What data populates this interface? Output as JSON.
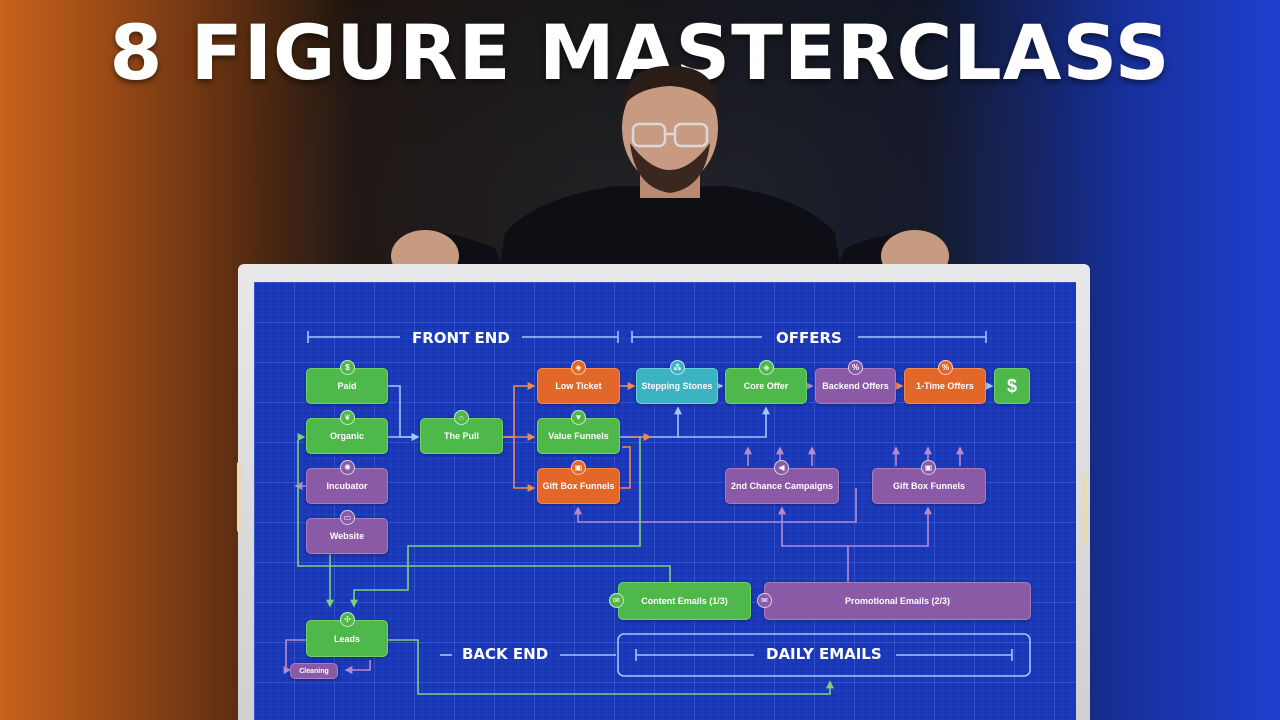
{
  "headline": "8 FIGURE MASTERCLASS",
  "sections": {
    "front_end": "FRONT END",
    "offers": "OFFERS",
    "back_end": "BACK END",
    "daily_emails": "DAILY EMAILS"
  },
  "nodes": {
    "paid": "Paid",
    "organic": "Organic",
    "incubator": "Incubator",
    "website": "Website",
    "the_pull": "The Pull",
    "low_ticket": "Low Ticket",
    "value_funnels": "Value Funnels",
    "gift_box_funnels_front": "Gift Box Funnels",
    "stepping_stones": "Stepping Stones",
    "core_offer": "Core Offer",
    "backend_offers": "Backend Offers",
    "one_time_offers": "1-Time Offers",
    "money": "$",
    "second_chance": "2nd Chance Campaigns",
    "gift_box_funnels_offers": "Gift Box Funnels",
    "content_emails": "Content Emails (1/3)",
    "promotional_emails": "Promotional Emails (2/3)",
    "leads": "Leads",
    "cleaning": "Cleaning"
  },
  "colors": {
    "green": "#4fb84a",
    "orange": "#e4672a",
    "purple": "#8a5aa6",
    "teal": "#3bb3c0",
    "screen": "#1a37b8",
    "wire": "#a6c4ff"
  },
  "icons": {
    "paid": "dollar-icon",
    "organic": "leaf-icon",
    "incubator": "bulb-icon",
    "website": "monitor-icon",
    "the_pull": "magnet-icon",
    "low_ticket": "tag-icon",
    "value_funnels": "funnel-icon",
    "gift_box": "gift-icon",
    "stepping_stones": "footsteps-icon",
    "core_offer": "tag-icon",
    "backend_offers": "percent-icon",
    "one_time_offers": "percent-icon",
    "second_chance": "megaphone-icon",
    "leads": "users-icon",
    "email": "envelope-icon"
  }
}
